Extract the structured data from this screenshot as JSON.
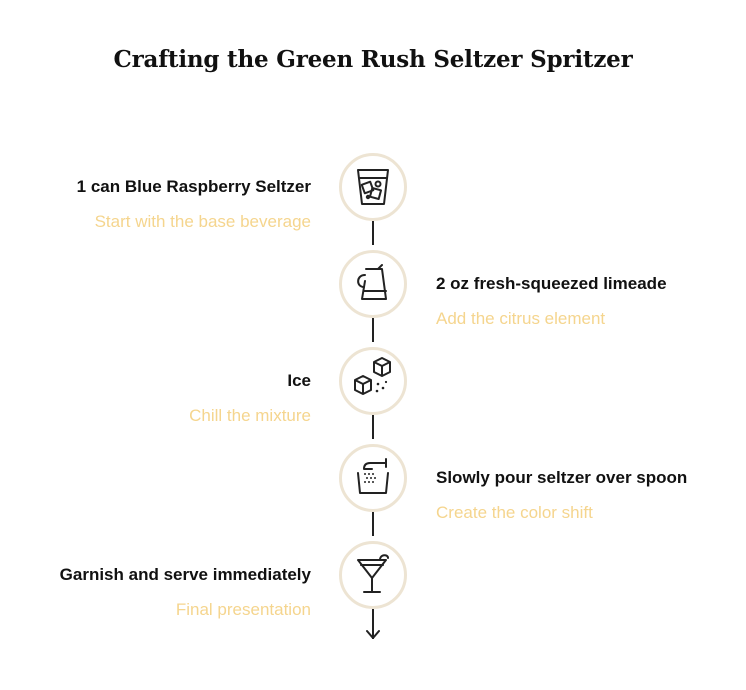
{
  "title": "Crafting the Green Rush Seltzer Spritzer",
  "steps": [
    {
      "label": "1 can Blue Raspberry Seltzer",
      "sub": "Start with the base beverage",
      "side": "left",
      "icon": "glass-with-ice-icon"
    },
    {
      "label": "2 oz fresh-squeezed limeade",
      "sub": "Add the citrus element",
      "side": "right",
      "icon": "pitcher-icon"
    },
    {
      "label": "Ice",
      "sub": "Chill the mixture",
      "side": "left",
      "icon": "ice-cubes-icon"
    },
    {
      "label": "Slowly pour seltzer over spoon",
      "sub": "Create the color shift",
      "side": "right",
      "icon": "pour-into-glass-icon"
    },
    {
      "label": "Garnish and serve immediately",
      "sub": "Final presentation",
      "side": "left",
      "icon": "cocktail-glass-icon"
    }
  ],
  "colors": {
    "accent": "#f5d58e",
    "circle_border": "#ede4d3",
    "line": "#222222"
  }
}
